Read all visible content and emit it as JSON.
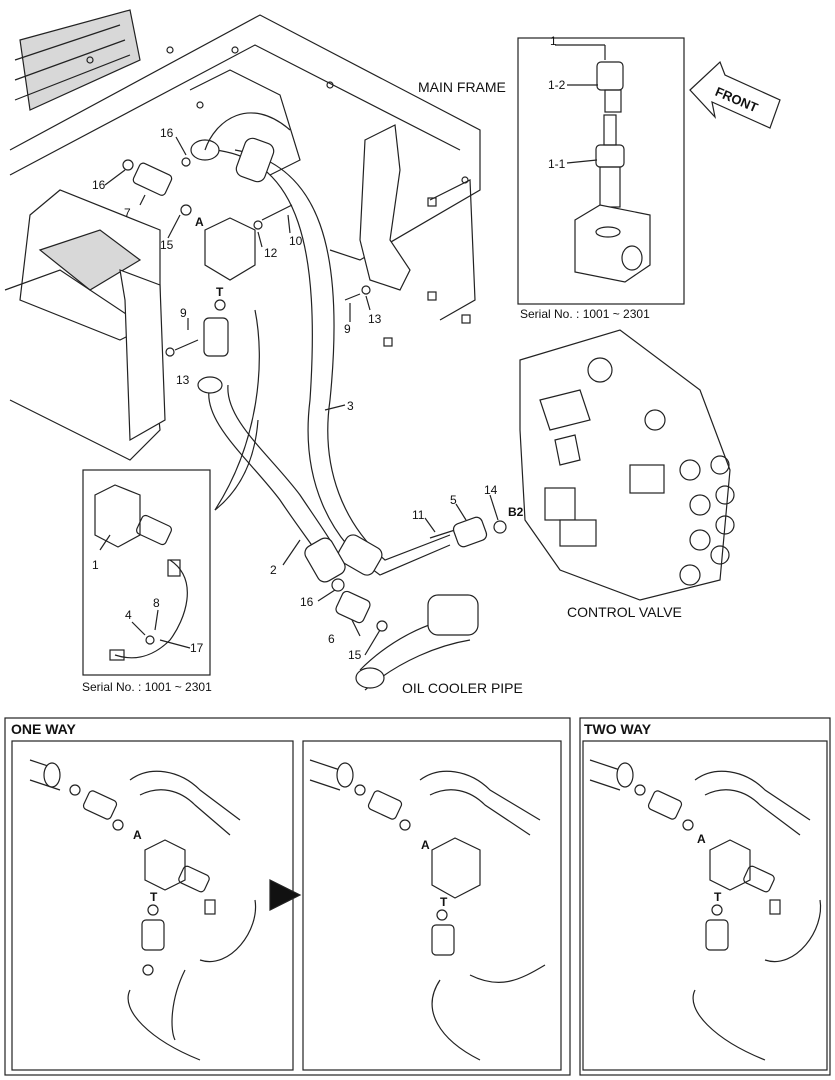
{
  "labels": {
    "main_frame": "MAIN FRAME",
    "front": "FRONT",
    "control_valve": "CONTROL VALVE",
    "oil_cooler_pipe": "OIL COOLER PIPE",
    "serial_top": "Serial No. : 1001 ~ 2301",
    "serial_left": "Serial No. : 1001 ~ 2301",
    "one_way": "ONE WAY",
    "two_way": "TWO WAY"
  },
  "callouts": {
    "c1_top": "1",
    "c1_2": "1-2",
    "c1_1": "1-1",
    "c16a": "16",
    "c16b": "16",
    "c7": "7",
    "c15a": "15",
    "cA": "A",
    "c10": "10",
    "c12": "12",
    "cT": "T",
    "c9a": "9",
    "c13a": "13",
    "c9b": "9",
    "c13b": "13",
    "c3": "3",
    "c11": "11",
    "c5": "5",
    "c14": "14",
    "cB2": "B2",
    "c2": "2",
    "c16c": "16",
    "c6": "6",
    "c15b": "15",
    "c1_left": "1",
    "c4": "4",
    "c8": "8",
    "c17": "17",
    "p1_A": "A",
    "p1_T": "T",
    "p2_A": "A",
    "p2_T": "T",
    "p3_A": "A",
    "p3_T": "T"
  }
}
